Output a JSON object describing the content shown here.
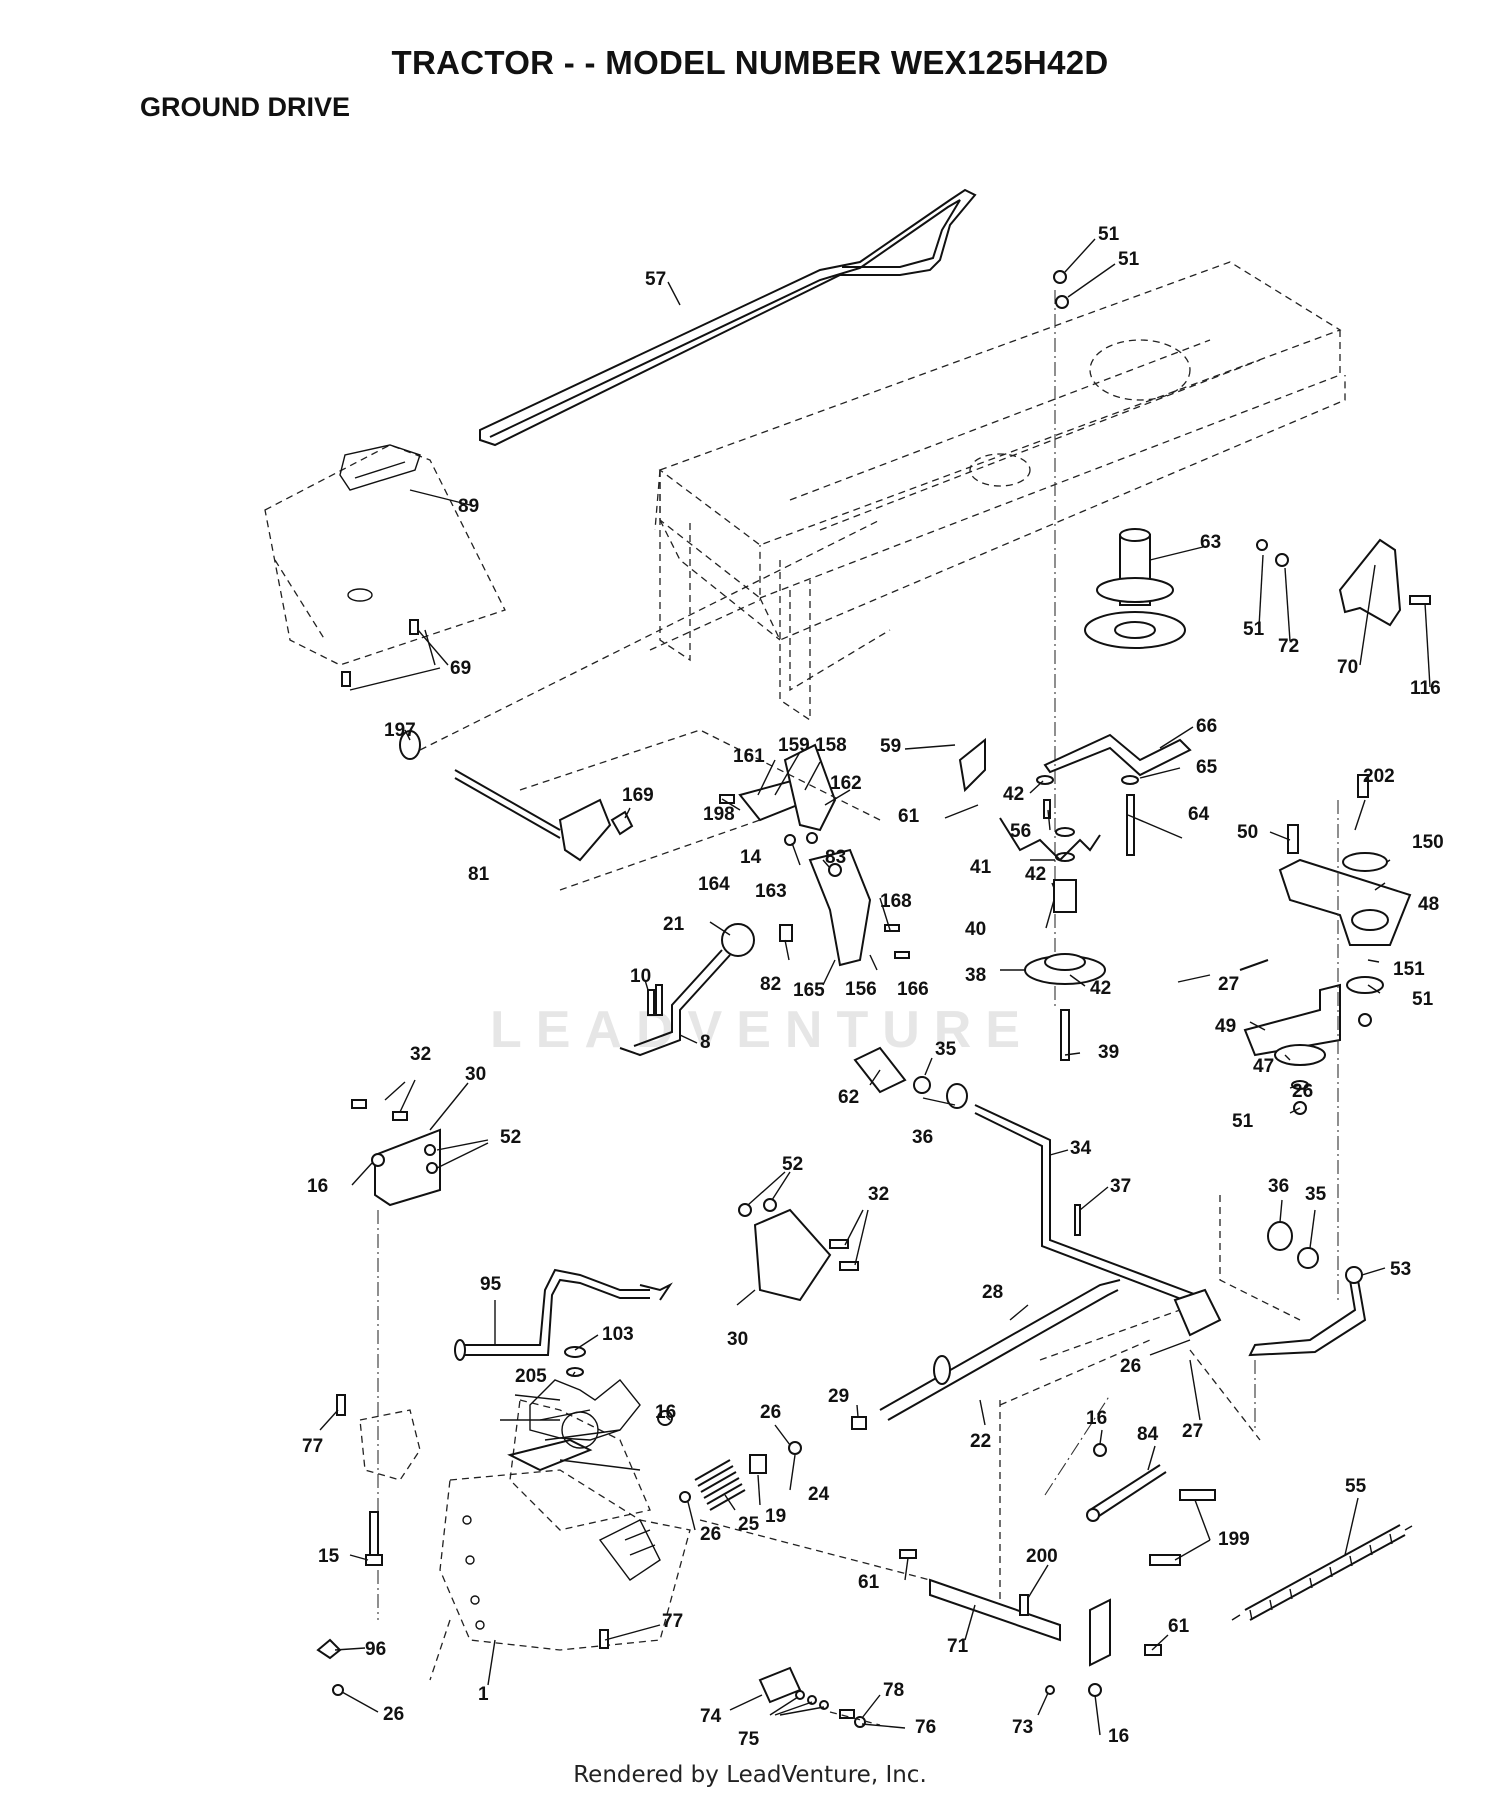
{
  "header": {
    "title": "TRACTOR - - MODEL NUMBER WEX125H42D",
    "subtitle": "GROUND DRIVE"
  },
  "watermark": "LEADVENTURE",
  "footer": "Rendered by LeadVenture, Inc.",
  "callouts": [
    {
      "id": "c57",
      "text": "57"
    },
    {
      "id": "c51a",
      "text": "51"
    },
    {
      "id": "c51b",
      "text": "51"
    },
    {
      "id": "c89",
      "text": "89"
    },
    {
      "id": "c63",
      "text": "63"
    },
    {
      "id": "c51c",
      "text": "51"
    },
    {
      "id": "c72",
      "text": "72"
    },
    {
      "id": "c70",
      "text": "70"
    },
    {
      "id": "c116",
      "text": "116"
    },
    {
      "id": "c69",
      "text": "69"
    },
    {
      "id": "c197",
      "text": "197"
    },
    {
      "id": "c59",
      "text": "59"
    },
    {
      "id": "c66",
      "text": "66"
    },
    {
      "id": "c65",
      "text": "65"
    },
    {
      "id": "c161",
      "text": "161"
    },
    {
      "id": "c159",
      "text": "159"
    },
    {
      "id": "c158",
      "text": "158"
    },
    {
      "id": "c169",
      "text": "169"
    },
    {
      "id": "c198",
      "text": "198"
    },
    {
      "id": "c162",
      "text": "162"
    },
    {
      "id": "c61a",
      "text": "61"
    },
    {
      "id": "c42a",
      "text": "42"
    },
    {
      "id": "c56",
      "text": "56"
    },
    {
      "id": "c64",
      "text": "64"
    },
    {
      "id": "c202",
      "text": "202"
    },
    {
      "id": "c50",
      "text": "50"
    },
    {
      "id": "c150",
      "text": "150"
    },
    {
      "id": "c81",
      "text": "81"
    },
    {
      "id": "c14",
      "text": "14"
    },
    {
      "id": "c83",
      "text": "83"
    },
    {
      "id": "c164",
      "text": "164"
    },
    {
      "id": "c41",
      "text": "41"
    },
    {
      "id": "c42b",
      "text": "42"
    },
    {
      "id": "c48",
      "text": "48"
    },
    {
      "id": "c163",
      "text": "163"
    },
    {
      "id": "c21",
      "text": "21"
    },
    {
      "id": "c168",
      "text": "168"
    },
    {
      "id": "c40",
      "text": "40"
    },
    {
      "id": "c151",
      "text": "151"
    },
    {
      "id": "c27a",
      "text": "27"
    },
    {
      "id": "c51d",
      "text": "51"
    },
    {
      "id": "c10",
      "text": "10"
    },
    {
      "id": "c82",
      "text": "82"
    },
    {
      "id": "c165",
      "text": "165"
    },
    {
      "id": "c156",
      "text": "156"
    },
    {
      "id": "c166",
      "text": "166"
    },
    {
      "id": "c38",
      "text": "38"
    },
    {
      "id": "c42c",
      "text": "42"
    },
    {
      "id": "c49",
      "text": "49"
    },
    {
      "id": "c8",
      "text": "8"
    },
    {
      "id": "c39",
      "text": "39"
    },
    {
      "id": "c35a",
      "text": "35"
    },
    {
      "id": "c47",
      "text": "47"
    },
    {
      "id": "c32a",
      "text": "32"
    },
    {
      "id": "c30a",
      "text": "30"
    },
    {
      "id": "c62",
      "text": "62"
    },
    {
      "id": "c26a",
      "text": "26"
    },
    {
      "id": "c51e",
      "text": "51"
    },
    {
      "id": "c36a",
      "text": "36"
    },
    {
      "id": "c52a",
      "text": "52"
    },
    {
      "id": "c34",
      "text": "34"
    },
    {
      "id": "c16a",
      "text": "16"
    },
    {
      "id": "c52b",
      "text": "52"
    },
    {
      "id": "c37",
      "text": "37"
    },
    {
      "id": "c36b",
      "text": "36"
    },
    {
      "id": "c35b",
      "text": "35"
    },
    {
      "id": "c32b",
      "text": "32"
    },
    {
      "id": "c53",
      "text": "53"
    },
    {
      "id": "c95",
      "text": "95"
    },
    {
      "id": "c28",
      "text": "28"
    },
    {
      "id": "c30b",
      "text": "30"
    },
    {
      "id": "c103",
      "text": "103"
    },
    {
      "id": "c205",
      "text": "205"
    },
    {
      "id": "c26b",
      "text": "26"
    },
    {
      "id": "c29",
      "text": "29"
    },
    {
      "id": "c27b",
      "text": "27"
    },
    {
      "id": "c16b",
      "text": "16"
    },
    {
      "id": "c26c",
      "text": "26"
    },
    {
      "id": "c16c",
      "text": "16"
    },
    {
      "id": "c84",
      "text": "84"
    },
    {
      "id": "c77a",
      "text": "77"
    },
    {
      "id": "c22",
      "text": "22"
    },
    {
      "id": "c24",
      "text": "24"
    },
    {
      "id": "c19",
      "text": "19"
    },
    {
      "id": "c25",
      "text": "25"
    },
    {
      "id": "c26d",
      "text": "26"
    },
    {
      "id": "c55",
      "text": "55"
    },
    {
      "id": "c15",
      "text": "15"
    },
    {
      "id": "c199",
      "text": "199"
    },
    {
      "id": "c200",
      "text": "200"
    },
    {
      "id": "c61b",
      "text": "61"
    },
    {
      "id": "c71",
      "text": "71"
    },
    {
      "id": "c77b",
      "text": "77"
    },
    {
      "id": "c61c",
      "text": "61"
    },
    {
      "id": "c96",
      "text": "96"
    },
    {
      "id": "c1",
      "text": "1"
    },
    {
      "id": "c78",
      "text": "78"
    },
    {
      "id": "c26e",
      "text": "26"
    },
    {
      "id": "c74",
      "text": "74"
    },
    {
      "id": "c76",
      "text": "76"
    },
    {
      "id": "c73",
      "text": "73"
    },
    {
      "id": "c16d",
      "text": "16"
    },
    {
      "id": "c75",
      "text": "75"
    }
  ]
}
